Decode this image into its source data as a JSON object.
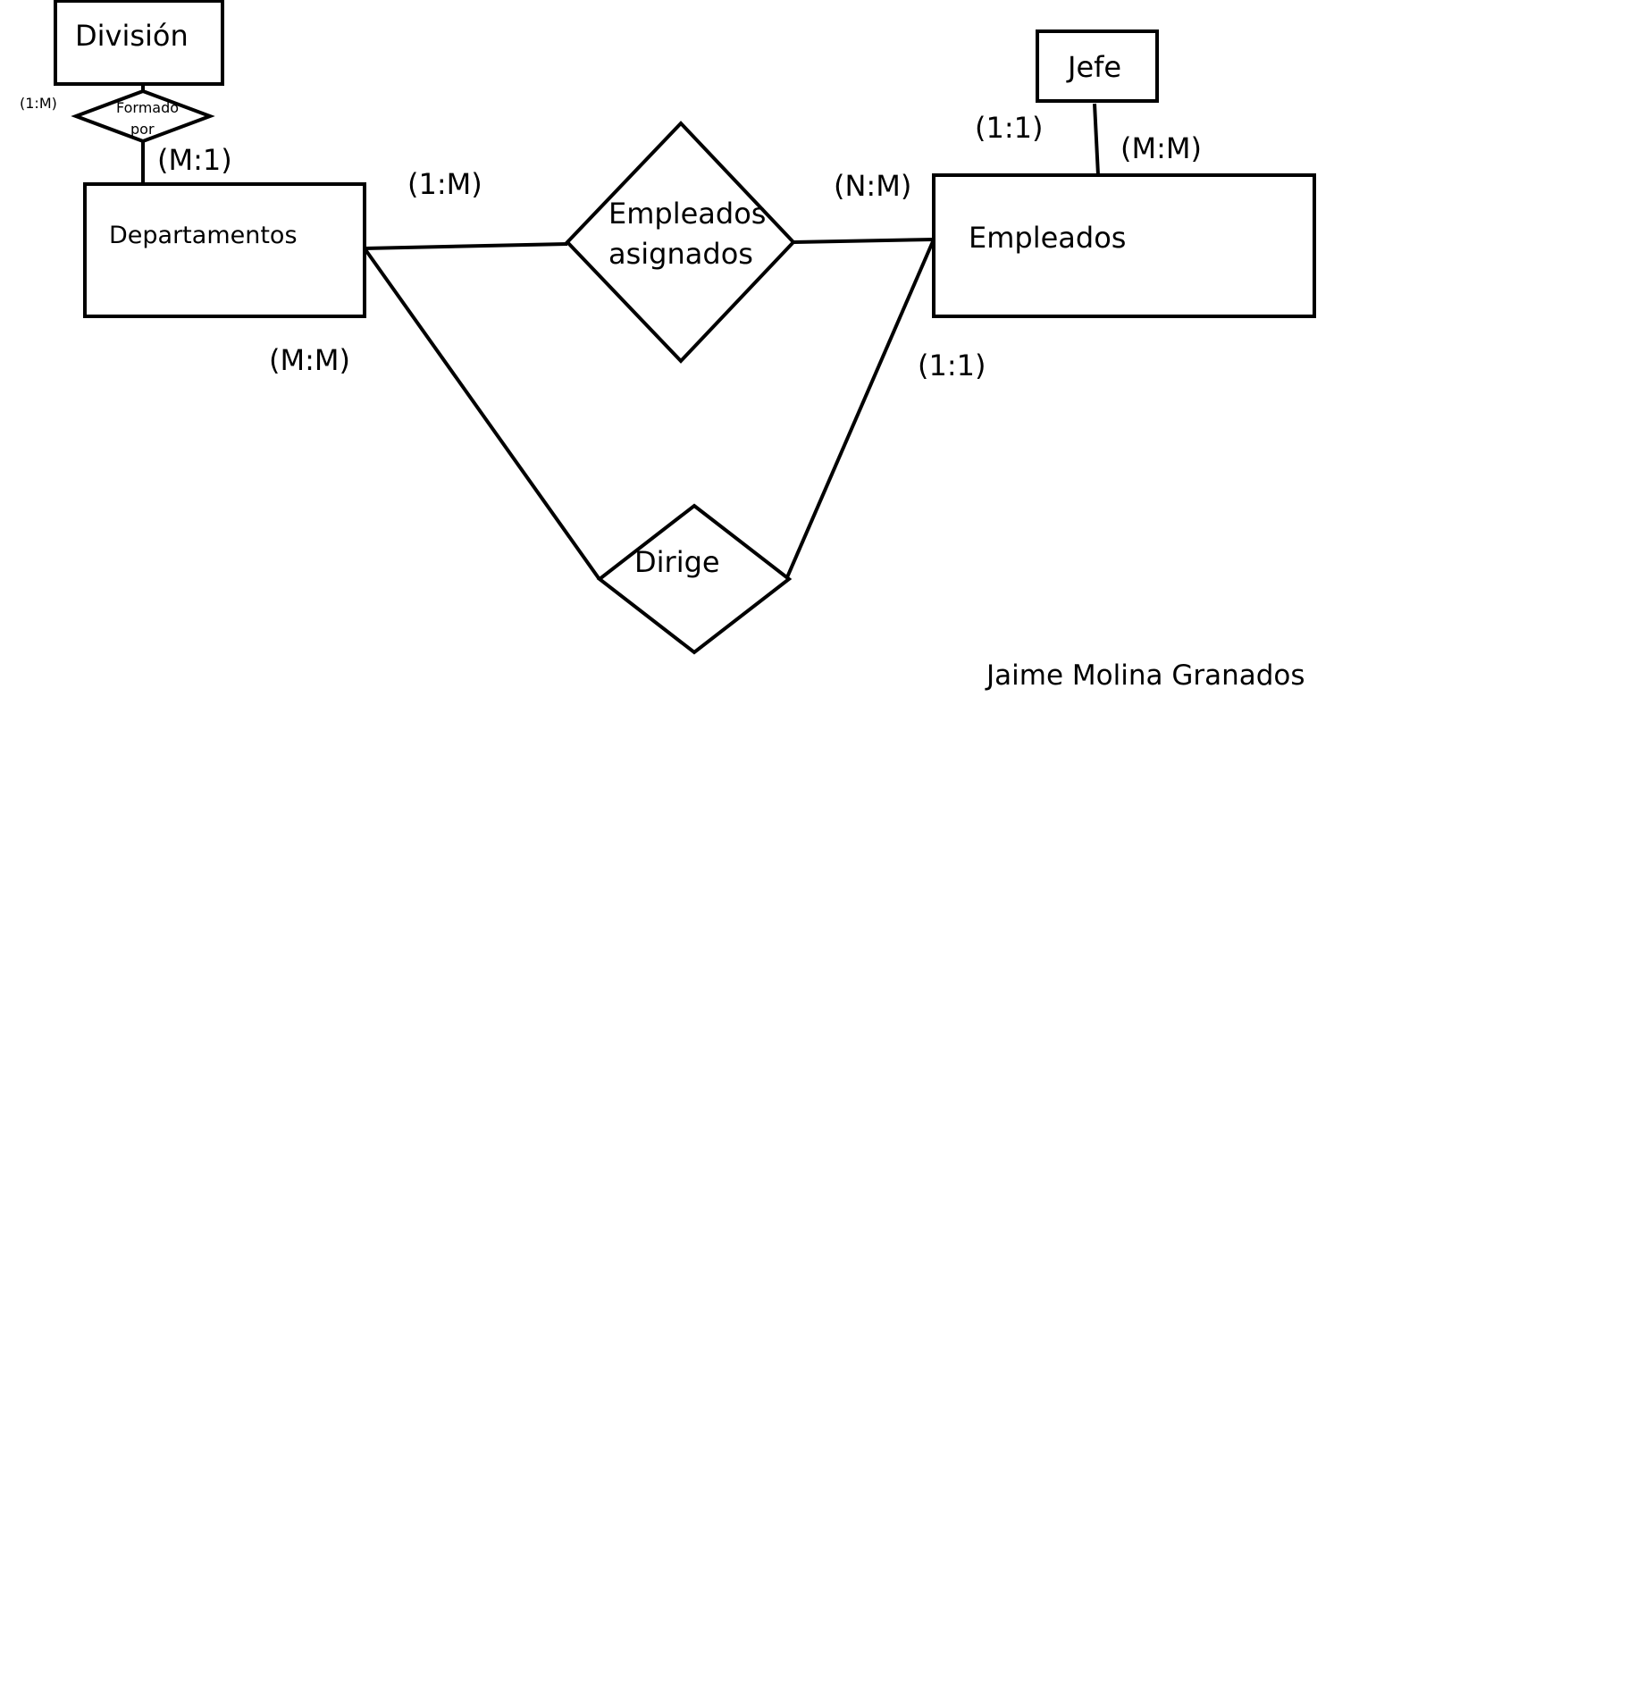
{
  "entities": {
    "division": "División",
    "departamentos": "Departamentos",
    "empleados": "Empleados",
    "jefe": "Jefe"
  },
  "relationships": {
    "formado_por": [
      "Formado",
      "por"
    ],
    "empleados_asignados": [
      "Empleados",
      "asignados"
    ],
    "dirige": "Dirige"
  },
  "cardinalities": {
    "formado_por_division": "(1:M)",
    "formado_por_departamentos": "(M:1)",
    "asignados_departamentos": "(1:M)",
    "asignados_empleados": "(N:M)",
    "dirige_departamentos": "(M:M)",
    "dirige_empleados": "(1:1)",
    "jefe_top": "(1:1)",
    "jefe_empleados": "(M:M)"
  },
  "author": "Jaime Molina Granados"
}
